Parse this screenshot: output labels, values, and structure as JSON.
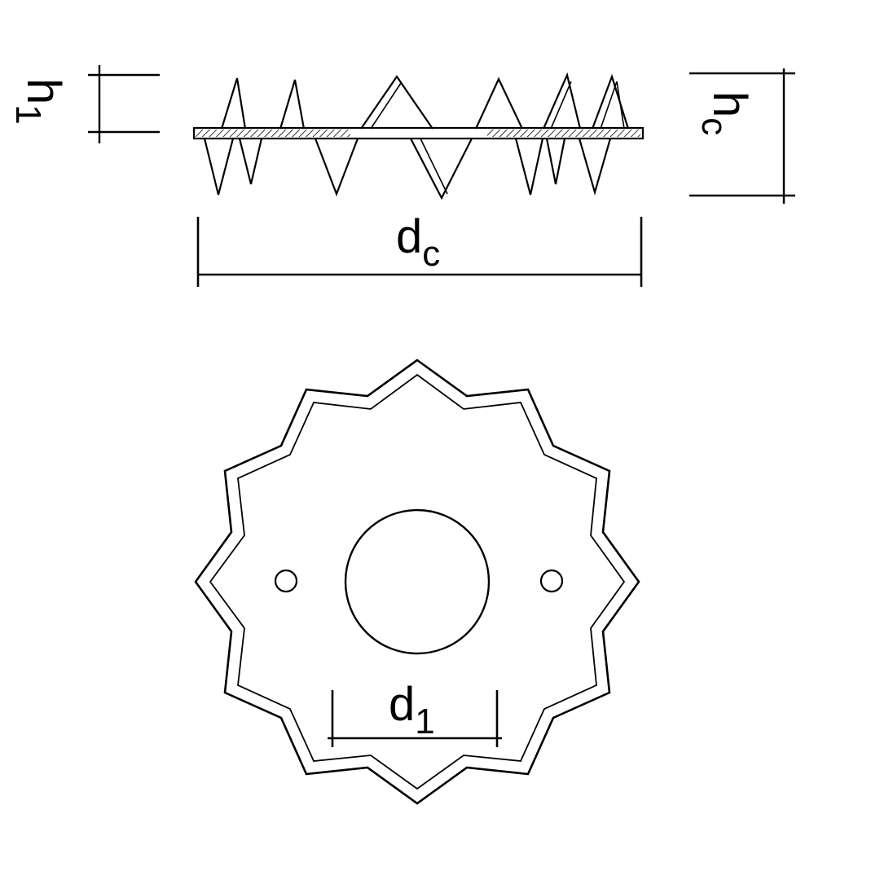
{
  "colors": {
    "line": "#000000",
    "background": "#ffffff"
  },
  "labels": {
    "h1": {
      "base": "h",
      "sub": "1"
    },
    "hc": {
      "base": "h",
      "sub": "c"
    },
    "dc": {
      "base": "d",
      "sub": "c"
    },
    "d1": {
      "base": "d",
      "sub": "1"
    }
  }
}
